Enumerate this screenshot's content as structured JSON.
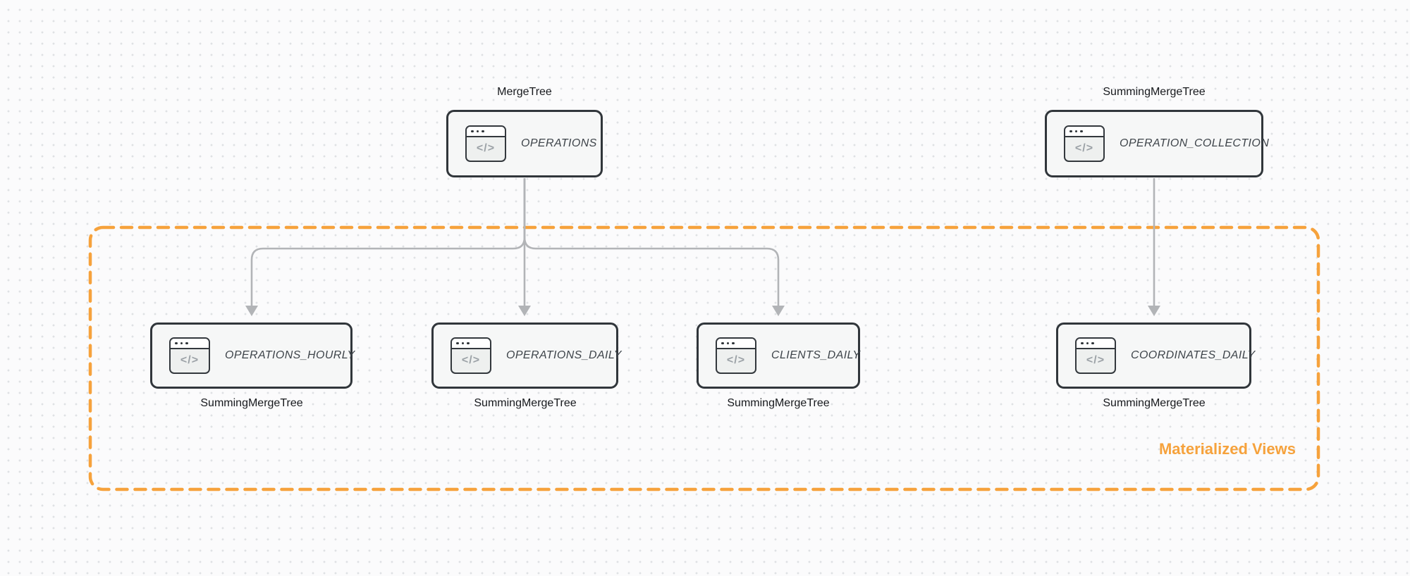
{
  "canvas": {
    "background": "#fbfbfc",
    "dot_color": "#dfe1e4"
  },
  "colors": {
    "node_border": "#31363b",
    "node_fill": "#f6f7f7",
    "node_text": "#3e444a",
    "arrow": "#b2b4b7",
    "accent_orange": "#f6a23c"
  },
  "icon": {
    "glyph": "</>"
  },
  "group": {
    "label": "Materialized Views"
  },
  "nodes": [
    {
      "id": "operations",
      "title": "OPERATIONS",
      "engine": "MergeTree",
      "engine_position": "above"
    },
    {
      "id": "operation_collection",
      "title": "OPERATION_COLLECTION",
      "engine": "SummingMergeTree",
      "engine_position": "above"
    },
    {
      "id": "operations_hourly",
      "title": "OPERATIONS_HOURLY",
      "engine": "SummingMergeTree",
      "engine_position": "below"
    },
    {
      "id": "operations_daily",
      "title": "OPERATIONS_DAILY",
      "engine": "SummingMergeTree",
      "engine_position": "below"
    },
    {
      "id": "clients_daily",
      "title": "CLIENTS_DAILY",
      "engine": "SummingMergeTree",
      "engine_position": "below"
    },
    {
      "id": "coordinates_daily",
      "title": "COORDINATES_DAILY",
      "engine": "SummingMergeTree",
      "engine_position": "below"
    }
  ],
  "edges": [
    {
      "from": "OPERATIONS",
      "to": "OPERATIONS_HOURLY"
    },
    {
      "from": "OPERATIONS",
      "to": "OPERATIONS_DAILY"
    },
    {
      "from": "OPERATIONS",
      "to": "CLIENTS_DAILY"
    },
    {
      "from": "OPERATION_COLLECTION",
      "to": "COORDINATES_DAILY"
    }
  ]
}
